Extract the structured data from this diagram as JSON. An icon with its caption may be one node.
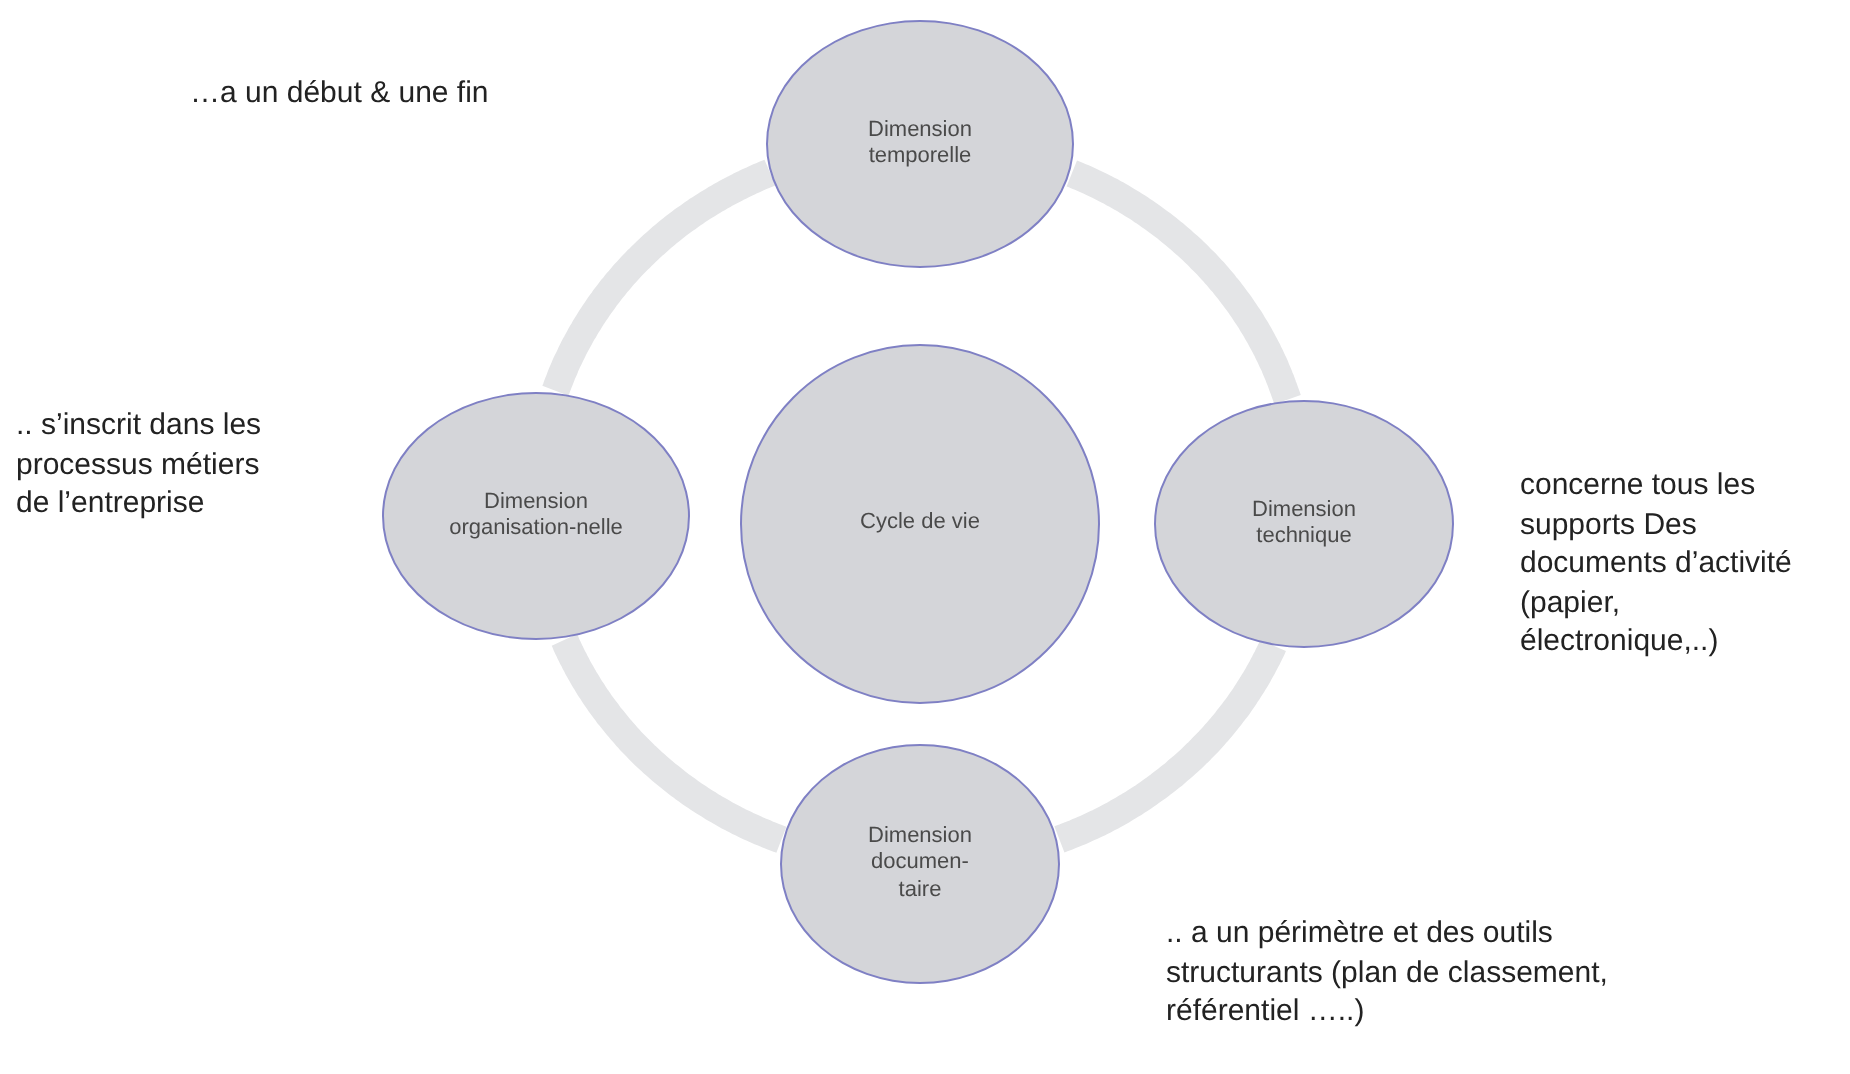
{
  "diagram": {
    "nodes": [
      {
        "text": [
          "Dimension temporelle"
        ]
      },
      {
        "text": [
          "Dimension organisation-nelle"
        ]
      },
      {
        "text": [
          "Cycle de vie"
        ]
      },
      {
        "text": [
          "Dimension technique"
        ],
        "beside": [
          "concerne tous les supports Des documents d’activité (papier, électronique,..)"
        ]
      },
      {
        "text": [
          "Dimension documen-taire"
        ],
        "beside": [
          ".. a un périmètre et des outils structurants (plan de classement, référentiel …..)"
        ]
      }
    ],
    "edges": [
      {
        "from": 0,
        "to": 3,
        "arrow": "none"
      },
      {
        "from": 3,
        "to": 4,
        "arrow": "none"
      },
      {
        "from": 4,
        "to": 1,
        "arrow": "none"
      },
      {
        "from": 1,
        "to": 0,
        "arrow": "none"
      }
    ],
    "labels": [
      "…a un début & une fin",
      ".. s’inscrit dans les processus métiers de l’entreprise"
    ]
  }
}
